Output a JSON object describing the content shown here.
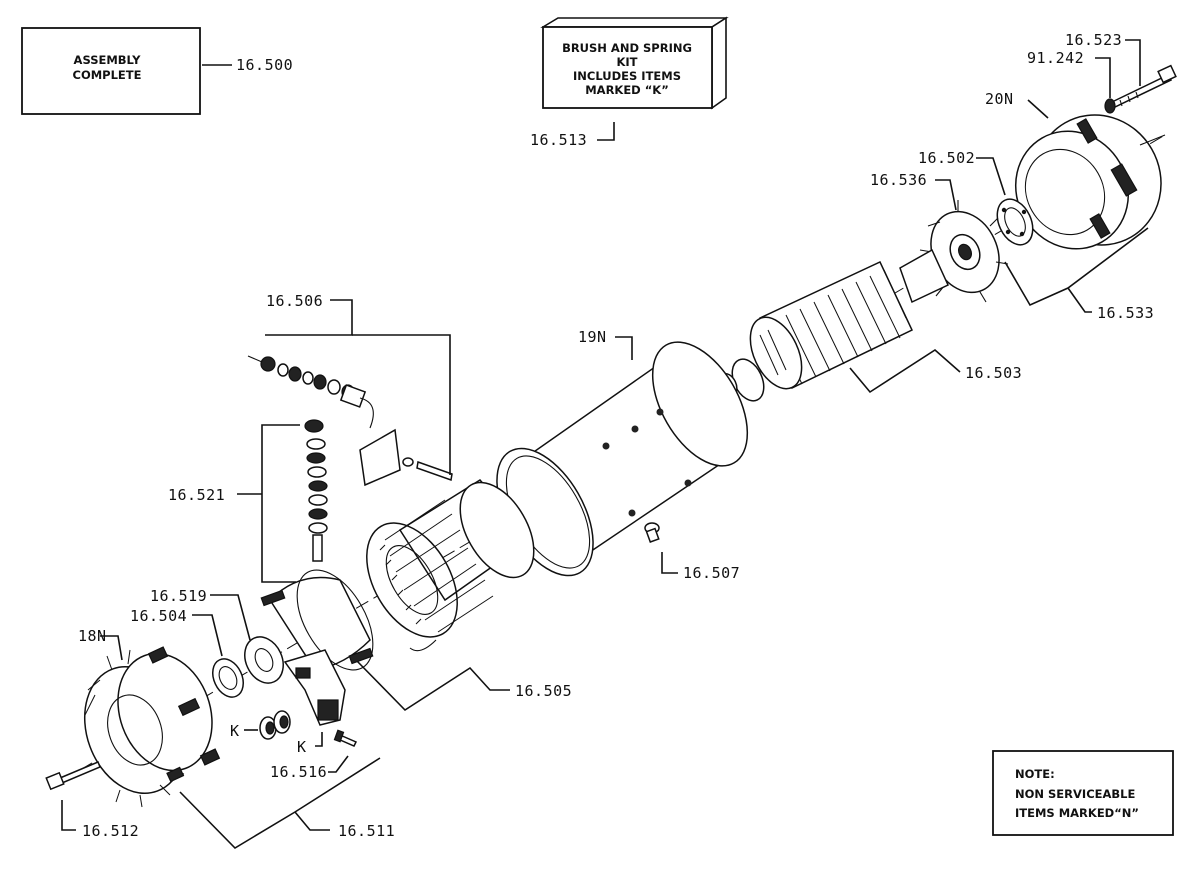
{
  "boxes": {
    "assembly": {
      "line1": "ASSEMBLY",
      "line2": "COMPLETE"
    },
    "kit": {
      "line1": "BRUSH AND SPRING",
      "line2": "KIT",
      "line3": "INCLUDES ITEMS",
      "line4": "MARKED  “K”"
    },
    "note": {
      "line1": "NOTE:",
      "line2": "NON SERVICEABLE",
      "line3": "ITEMS MARKED“N”"
    }
  },
  "labels": {
    "l16500": "16.500",
    "l16513": "16.513",
    "l16523": "16.523",
    "l91242": "91.242",
    "l20N": "20N",
    "l16502": "16.502",
    "l16536": "16.536",
    "l16533": "16.533",
    "l16506": "16.506",
    "l19N": "19N",
    "l16503": "16.503",
    "l16521": "16.521",
    "l16507": "16.507",
    "l16519": "16.519",
    "l16504": "16.504",
    "l18N": "18N",
    "l16505": "16.505",
    "lK1": "K",
    "lK2": "K",
    "l16516": "16.516",
    "l16512": "16.512",
    "l16511": "16.511"
  }
}
